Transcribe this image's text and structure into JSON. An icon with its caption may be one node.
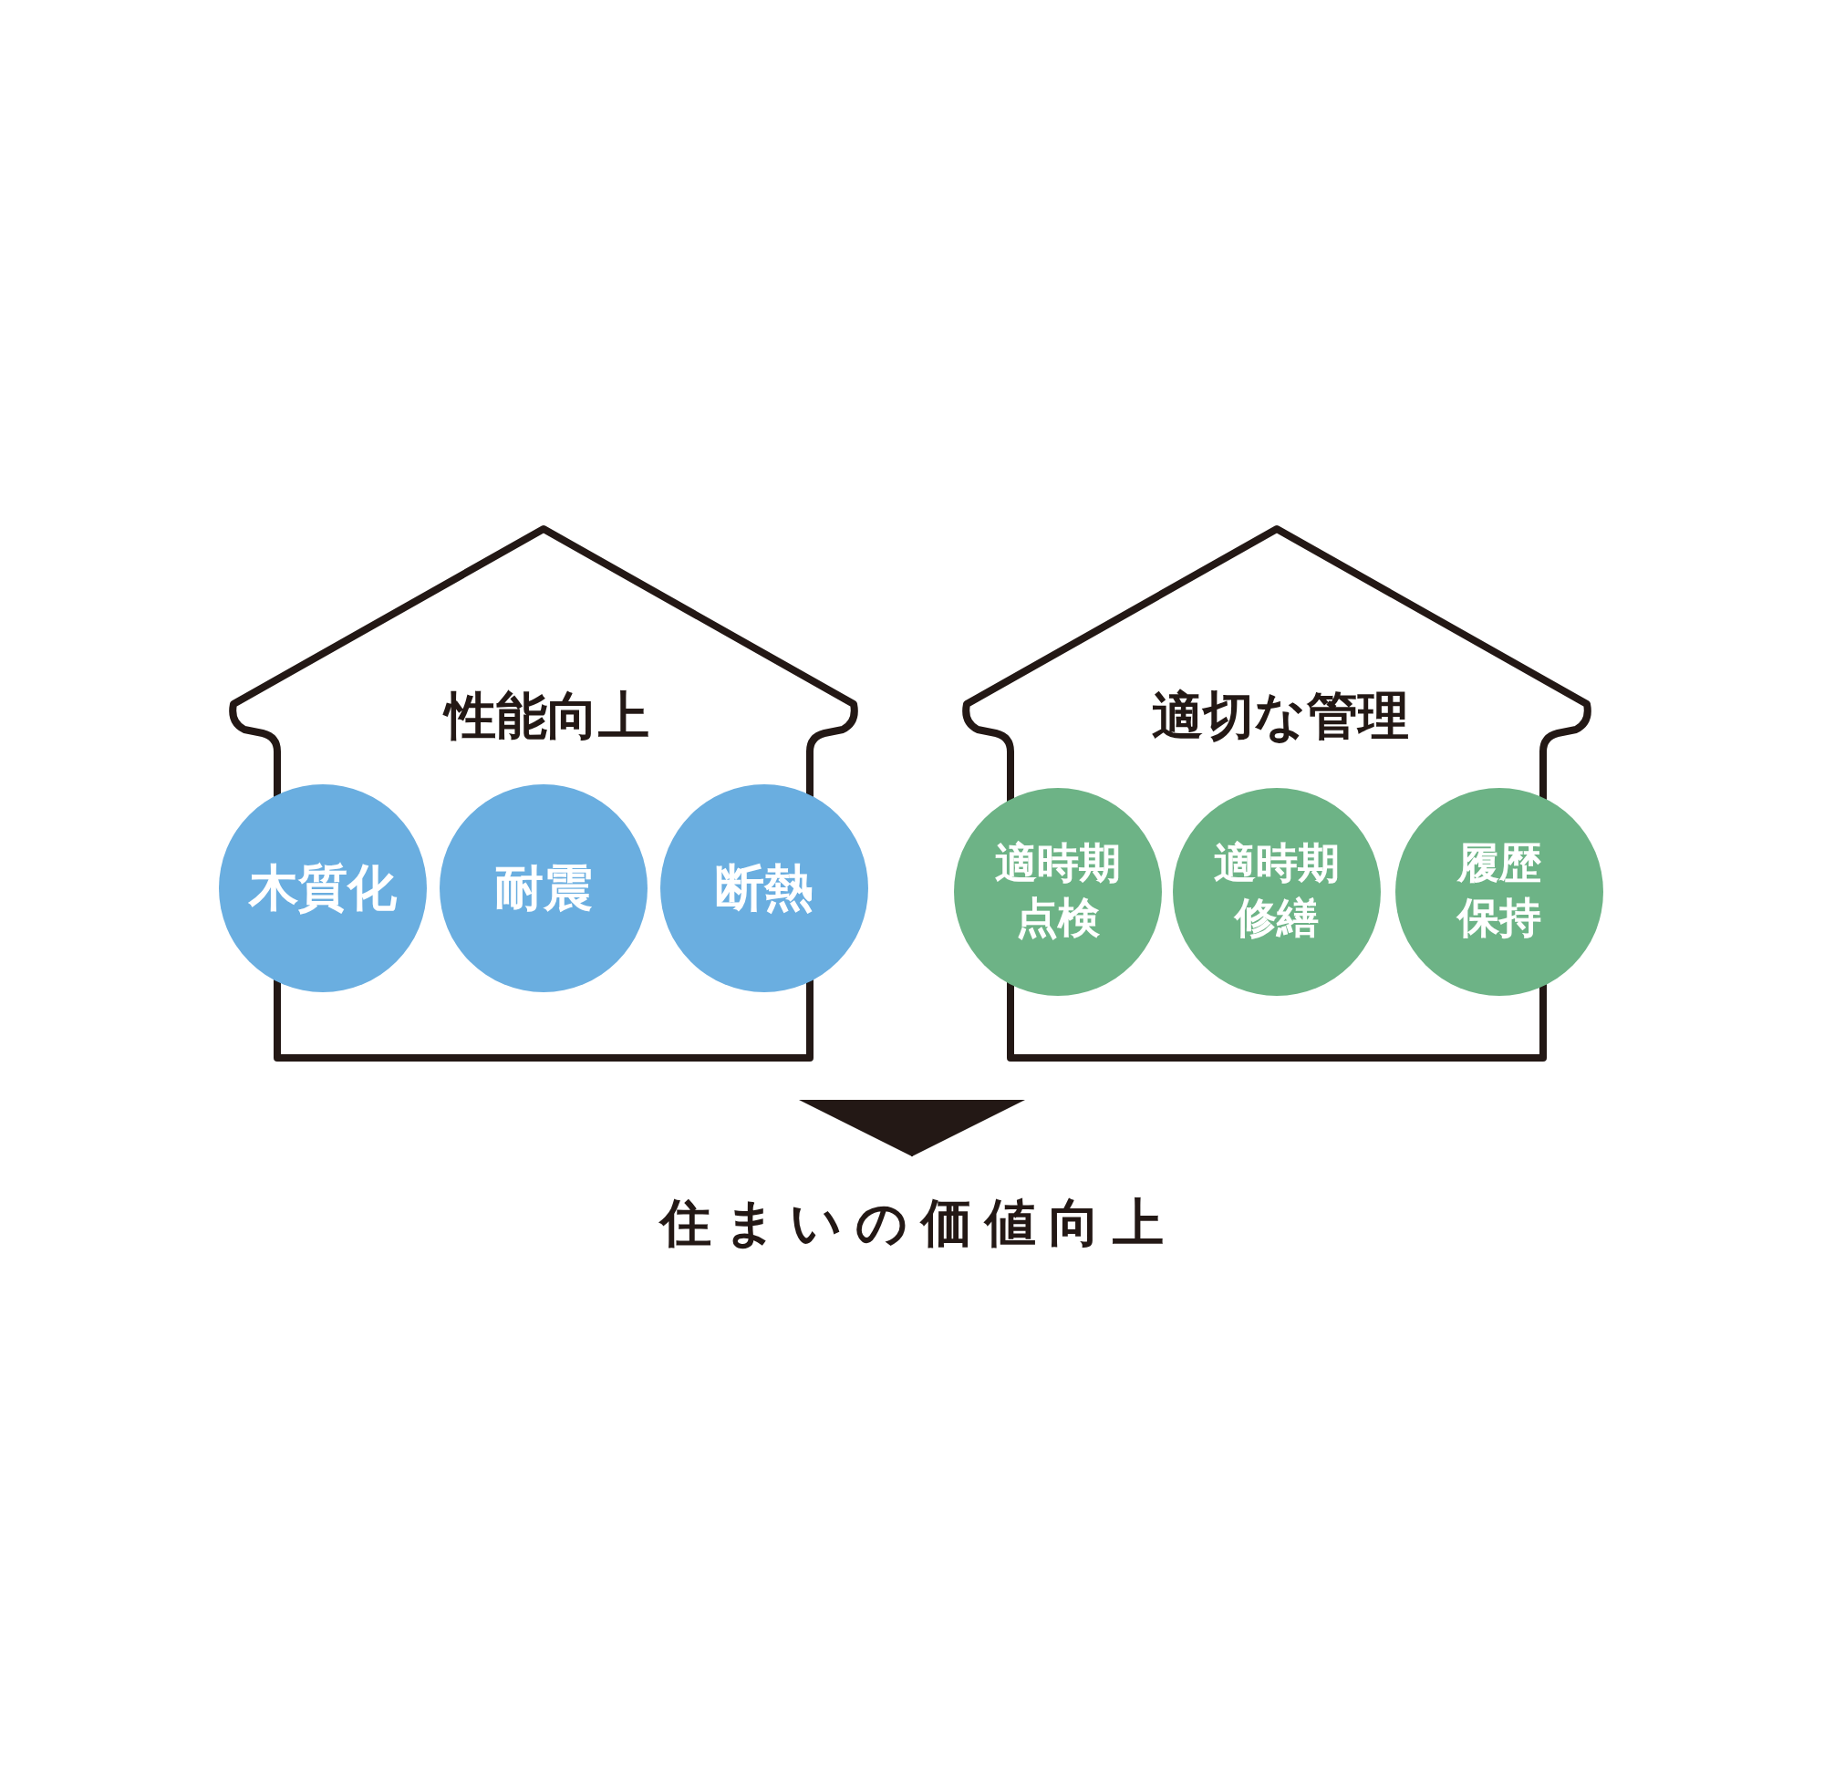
{
  "diagram": {
    "nodes": [
      {
        "text": [
          "性能向上"
        ]
      },
      {
        "text": [
          "木質化"
        ],
        "in": 0
      },
      {
        "text": [
          "耐震"
        ],
        "in": 0
      },
      {
        "text": [
          "断熱"
        ],
        "in": 0
      },
      {
        "text": [
          "適切な管理"
        ]
      },
      {
        "text": [
          "適時期点検"
        ],
        "in": 4
      },
      {
        "text": [
          "適時期修繕"
        ],
        "in": 4
      },
      {
        "text": [
          "履歴保持"
        ],
        "in": 4
      },
      {
        "text": [
          "住まいの価値向上"
        ]
      }
    ],
    "edges": [
      {
        "from": null,
        "to": 8,
        "arrow": "to"
      }
    ]
  }
}
